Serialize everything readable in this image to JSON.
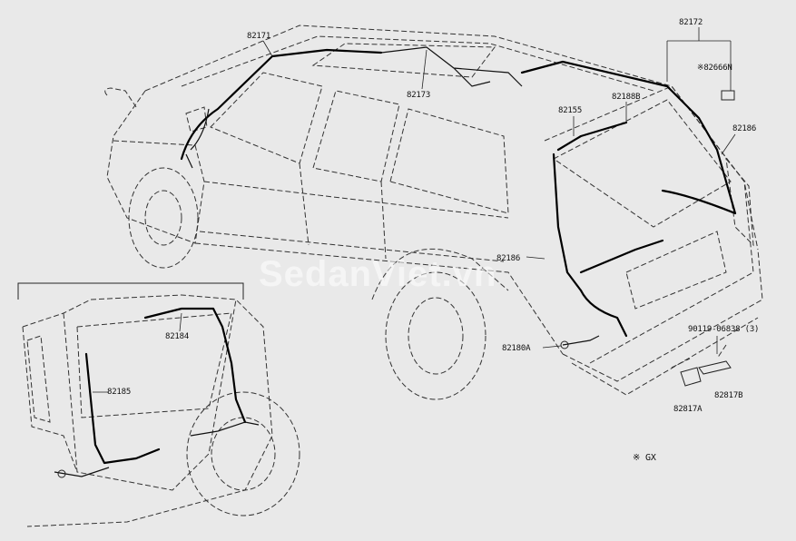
{
  "labels": {
    "l82171": "82171",
    "l82172": "82172",
    "l82666n": "※82666N",
    "l82186a": "82186",
    "l82173": "82173",
    "l82188b": "82188B",
    "l82155": "82155",
    "l82186b": "82186",
    "l82184": "82184",
    "l82185": "82185",
    "l82180a": "82180A",
    "l90119": "90119-06838 (3)",
    "l82817b": "82817B",
    "l82817a": "82817A",
    "legend": "※  GX"
  },
  "watermark": "SedanViet.vn"
}
